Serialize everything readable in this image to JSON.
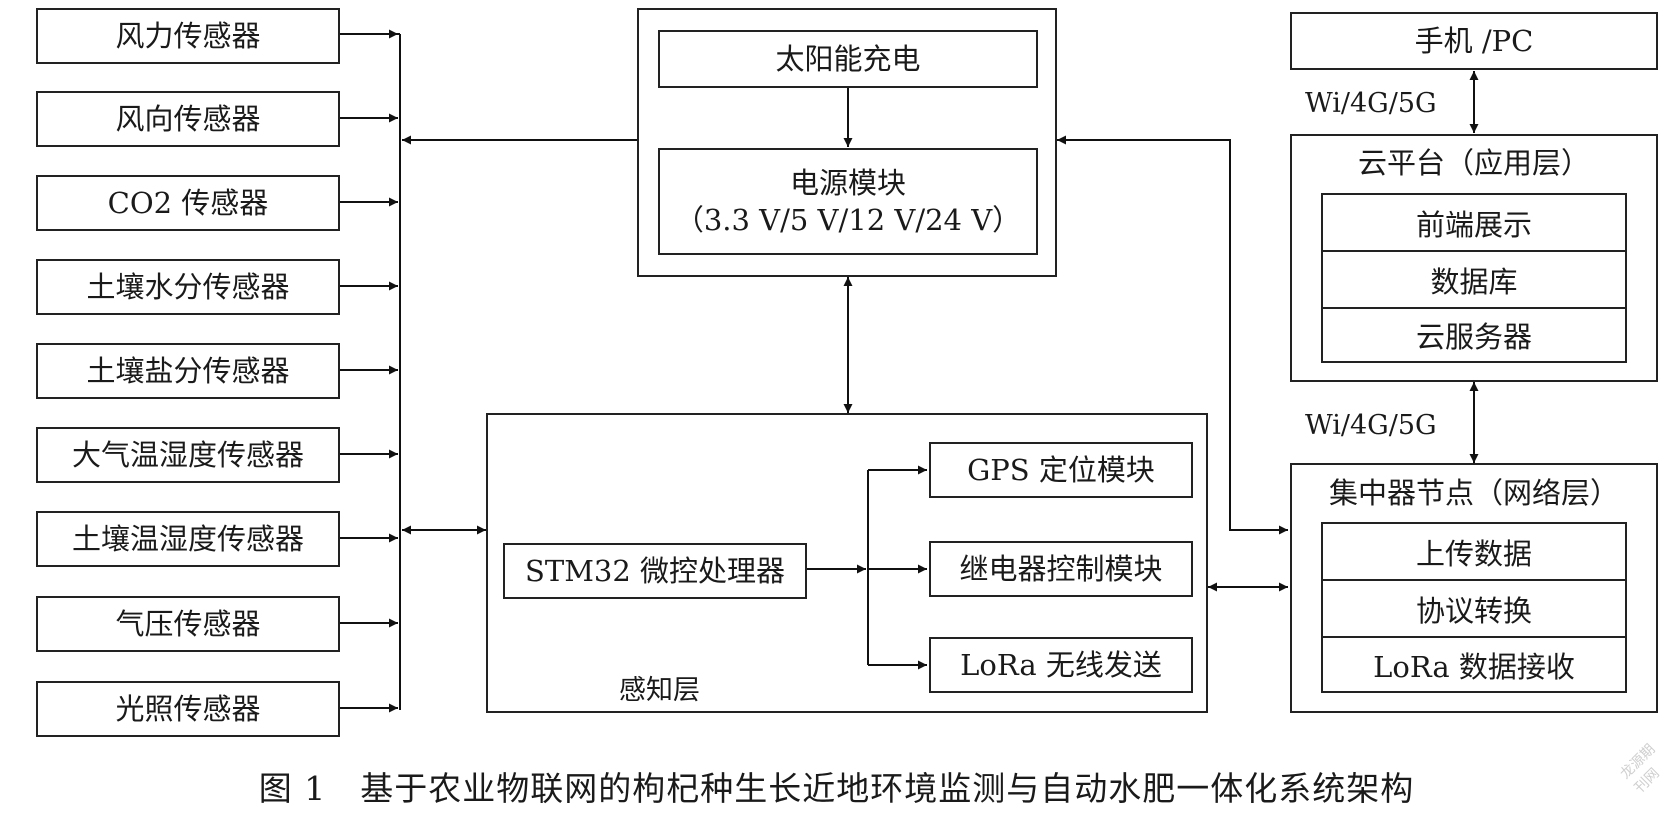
{
  "sensors": [
    "风力传感器",
    "风向传感器",
    "CO2 传感器",
    "土壤水分传感器",
    "土壤盐分传感器",
    "大气温湿度传感器",
    "土壤温湿度传感器",
    "气压传感器",
    "光照传感器"
  ],
  "power": {
    "solar": "太阳能充电",
    "module_line1": "电源模块",
    "module_line2": "（3.3 V/5 V/12 V/24 V）"
  },
  "perception": {
    "label": "感知层",
    "mcu": "STM32 微控处理器",
    "gps": "GPS 定位模块",
    "relay": "继电器控制模块",
    "lora_send": "LoRa 无线发送"
  },
  "app": {
    "device": "手机 /PC",
    "link_top": "Wi/4G/5G",
    "cloud_title": "云平台（应用层）",
    "cloud_items": [
      "前端展示",
      "数据库",
      "云服务器"
    ],
    "link_bottom": "Wi/4G/5G"
  },
  "concentrator": {
    "title": "集中器节点（网络层）",
    "items": [
      "上传数据",
      "协议转换",
      "LoRa 数据接收"
    ]
  },
  "caption": "图 1　基于农业物联网的枸杞种生长近地环境监测与自动水肥一体化系统架构",
  "watermark": "龙源期刊网"
}
